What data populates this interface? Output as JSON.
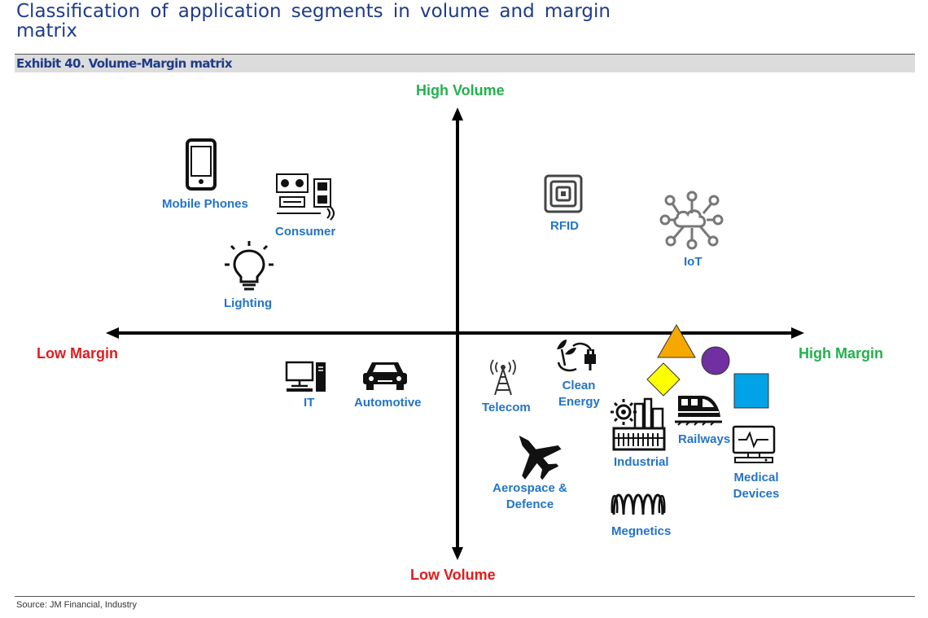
{
  "header": {
    "title": "Classification of application segments in volume and margin matrix",
    "exhibit": "Exhibit 40. Volume-Margin matrix"
  },
  "axes": {
    "top": "High Volume",
    "bottom": "Low Volume",
    "left": "Low Margin",
    "right": "High Margin"
  },
  "segments": {
    "mobile_phones": "Mobile Phones",
    "consumer": "Consumer",
    "lighting": "Lighting",
    "rfid": "RFID",
    "iot": "IoT",
    "it": "IT",
    "automotive": "Automotive",
    "telecom": "Telecom",
    "clean_energy": "Clean Energy",
    "industrial": "Industrial",
    "railways": "Railways",
    "medical_devices": "Medical Devices",
    "aerospace_defence": "Aerospace & Defence",
    "magnetics": "Megnetics"
  },
  "markers": {
    "triangle_color": "#f5a800",
    "circle_color": "#7030a0",
    "diamond_color": "#ffff00",
    "square_color": "#00a2e8"
  },
  "footer": {
    "source": "Source: JM Financial, Industry"
  }
}
